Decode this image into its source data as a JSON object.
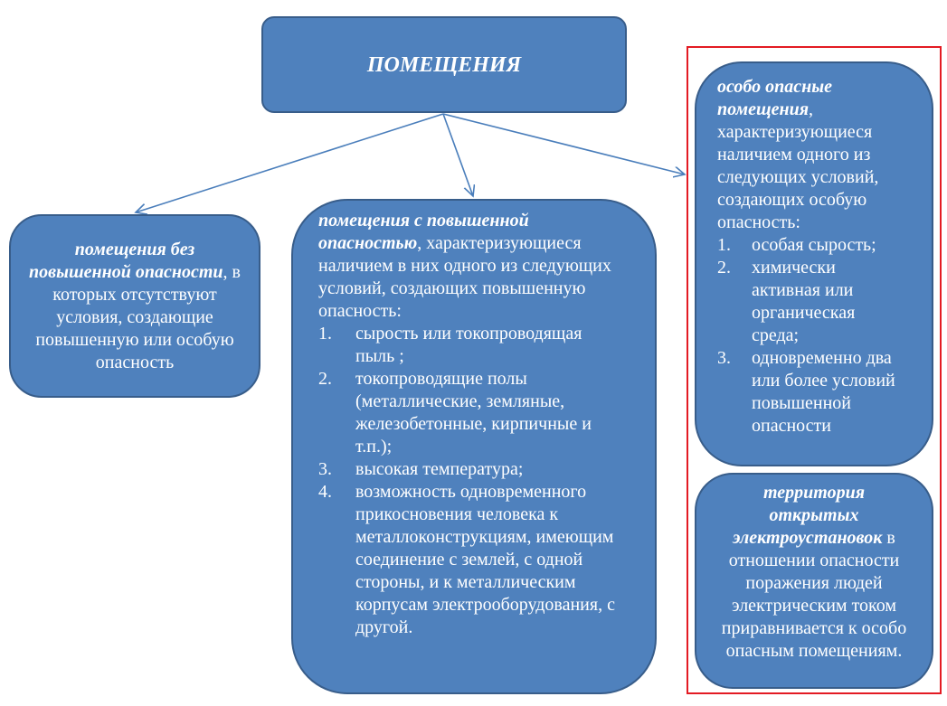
{
  "title": "ПОМЕЩЕНИЯ",
  "no_hazard": {
    "term": "помещения без повышенной опасности",
    "text": ", в которых отсутствуют условия, создающие повышенную или особую опасность"
  },
  "increased_hazard": {
    "term": "помещения с повышенной опасностью",
    "text": ", характеризующиеся наличием в них одного из следующих условий, создающих повышенную опасность:",
    "items": [
      {
        "num": "1.",
        "text": "сырость или токопроводящая пыль ;"
      },
      {
        "num": "2.",
        "text": "токопроводящие полы (металлические, земляные, железобетонные, кирпичные и т.п.);"
      },
      {
        "num": "3.",
        "text": "высокая температура;"
      },
      {
        "num": "4.",
        "text": "возможность одновременного прикосновения человека к металлоконструкциям, имеющим соединение с землей, с одной стороны, и к металлическим корпусам электрооборудования, с другой."
      }
    ]
  },
  "especially_hazardous": {
    "term": "особо опасные помещения",
    "text": ", характеризующиеся наличием одного из следующих условий, создающих особую опасность:",
    "items": [
      {
        "num": "1.",
        "text": "особая сырость;"
      },
      {
        "num": "2.",
        "text": "химически активная или органическая среда;"
      },
      {
        "num": "3.",
        "text": "одновременно два или более условий повышенной опасности"
      }
    ]
  },
  "outdoor_installations": {
    "term": "территория открытых электроустановок",
    "text": " в отношении опасности поражения людей электрическим током приравнивается к особо опасным помещениям."
  },
  "colors": {
    "box_fill": "#4F81BD",
    "box_border": "#385D8A",
    "text": "#FFFFFF",
    "arrow": "#4A7EBB",
    "highlight_frame": "#E31B23",
    "background": "#FFFFFF"
  }
}
